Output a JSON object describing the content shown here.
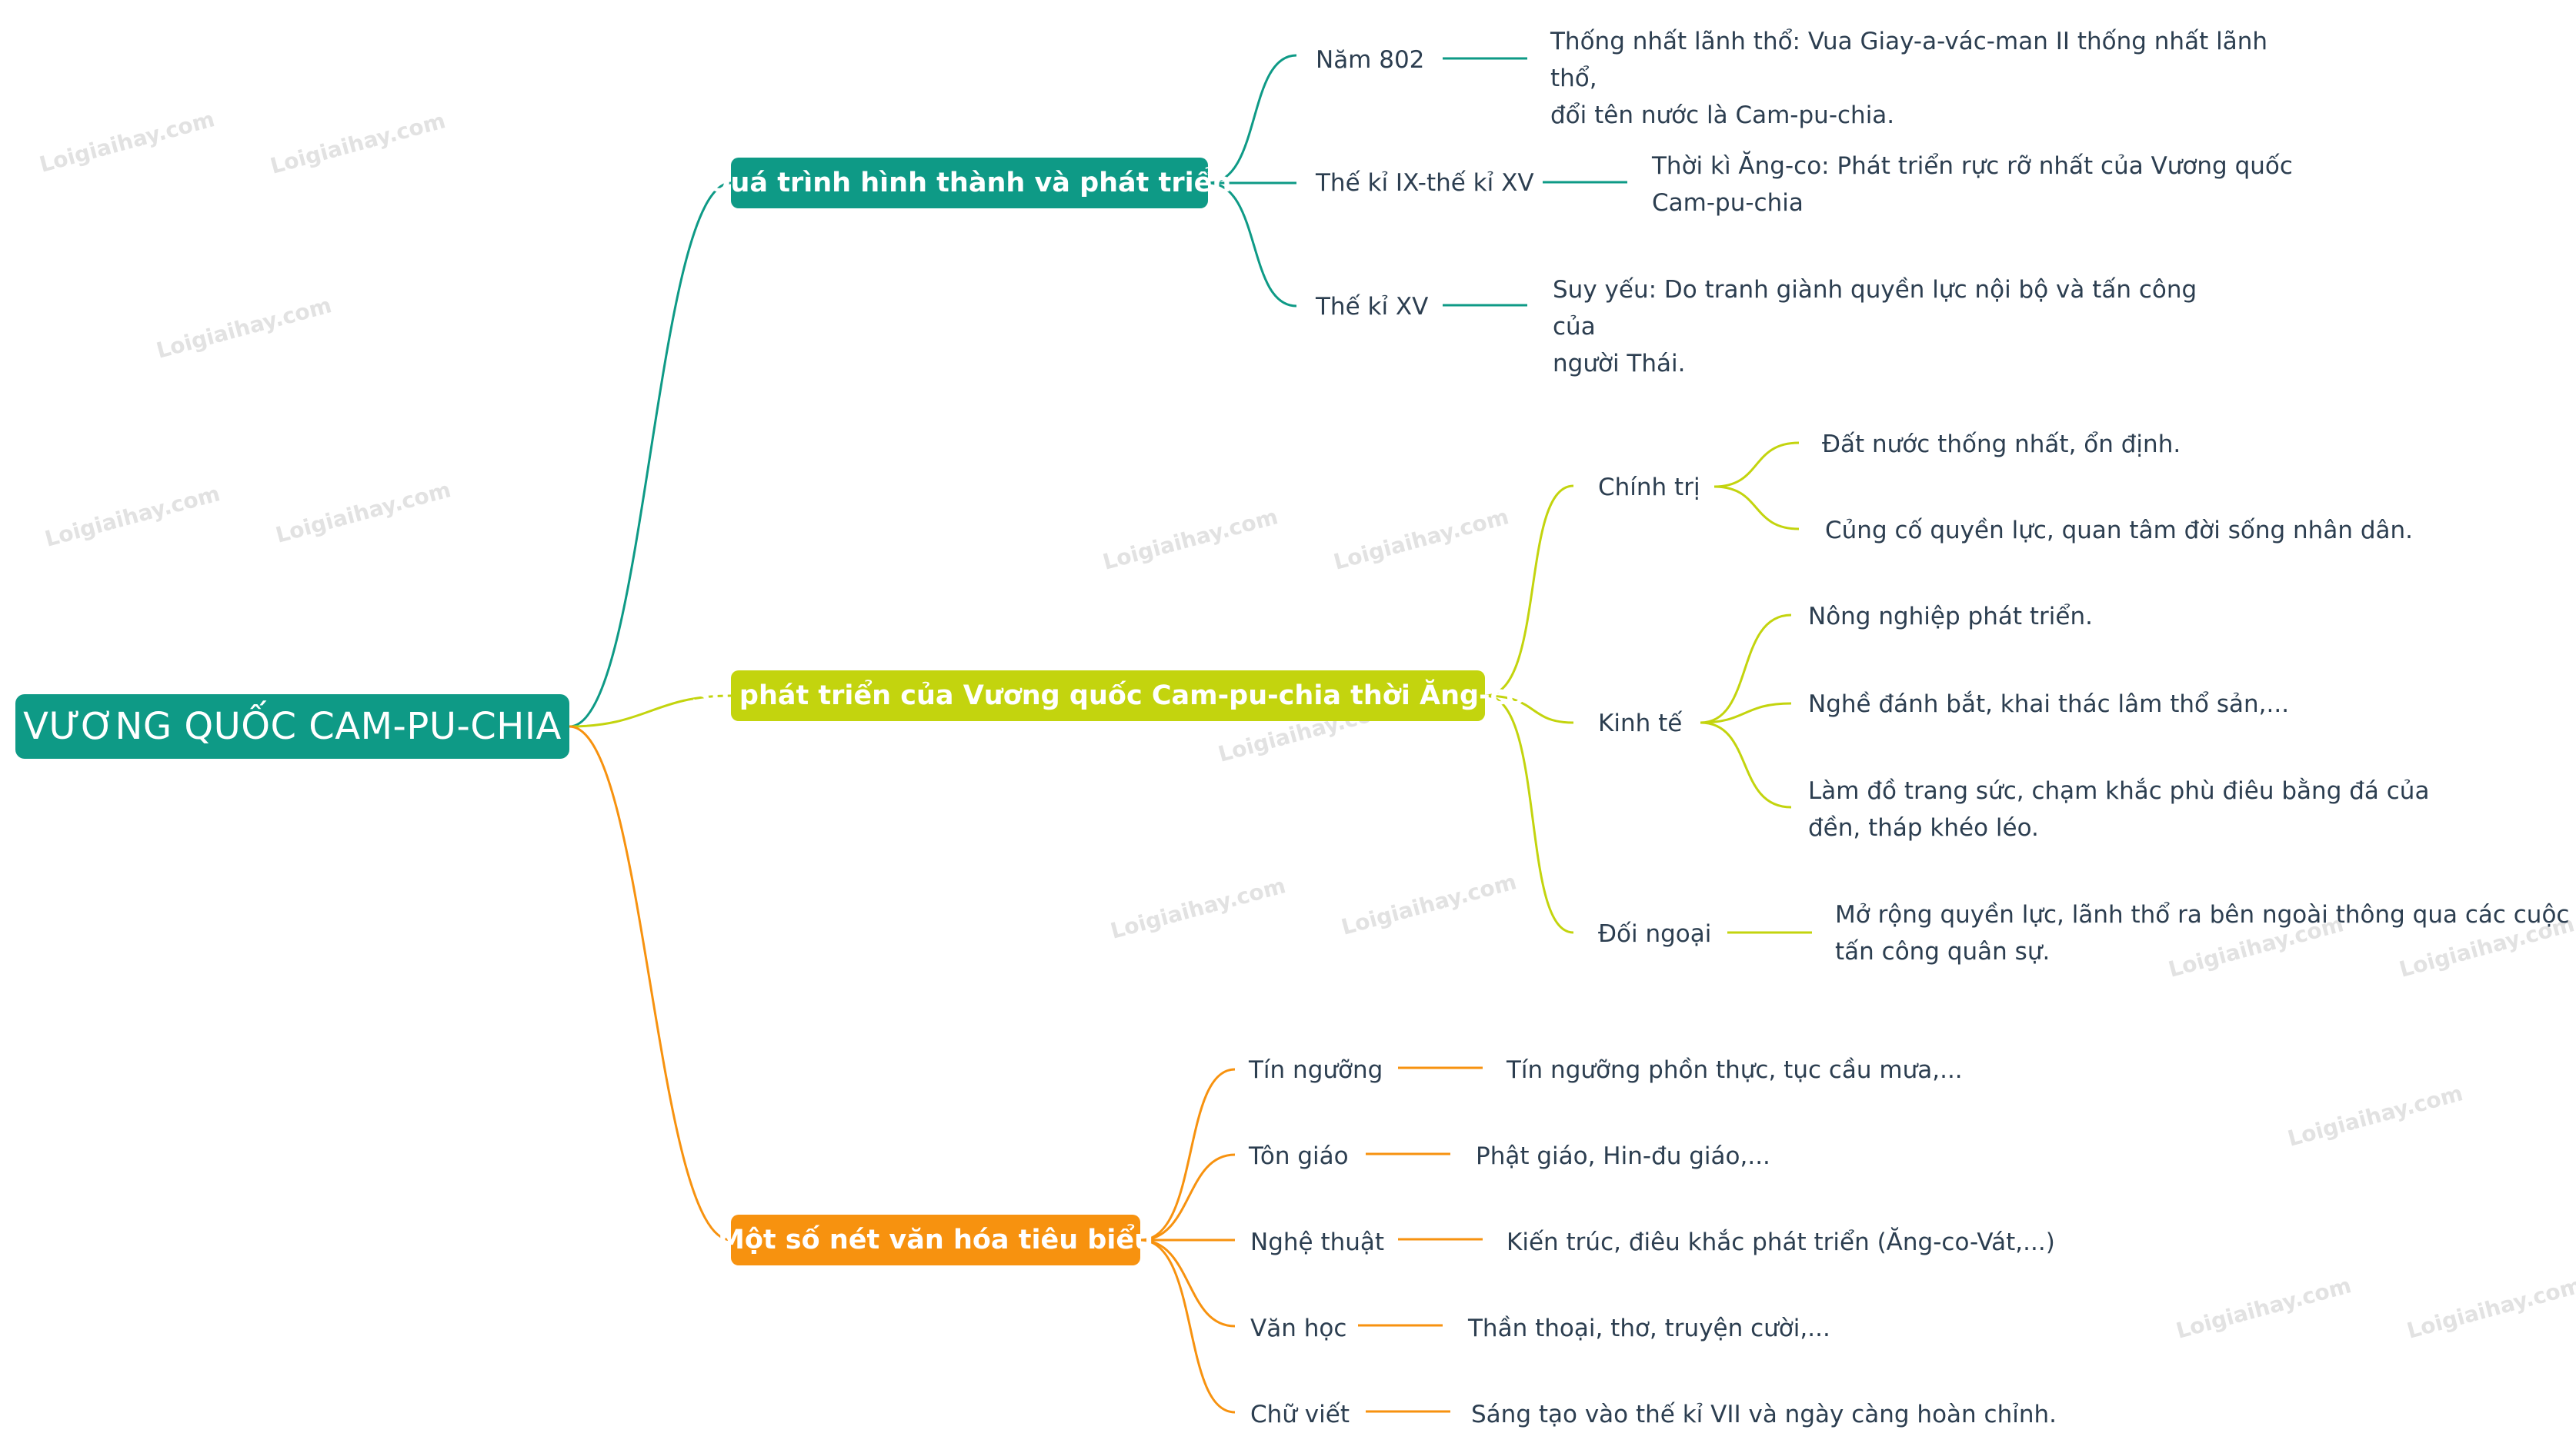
{
  "watermark": "Loigiaihay.com",
  "colors": {
    "teal": "#0e9a86",
    "lime": "#c3d40e",
    "orange": "#f7920f",
    "text": "#2c3e50"
  },
  "root": {
    "label": "VƯƠNG QUỐC CAM-PU-CHIA"
  },
  "branches": [
    {
      "label": "Quá trình hình thành và phát triển",
      "children": [
        {
          "label": "Năm 802",
          "details": [
            "Thống nhất lãnh thổ: Vua Giay-a-vác-man II thống nhất lãnh thổ,",
            "đổi tên nước là Cam-pu-chia."
          ]
        },
        {
          "label": "Thế kỉ IX-thế kỉ XV",
          "details": [
            "Thời kì Ăng-co: Phát triển rực rỡ nhất của Vương quốc",
            "Cam-pu-chia"
          ]
        },
        {
          "label": "Thế kỉ XV",
          "details": [
            "Suy yếu: Do tranh giành quyền lực nội bộ và tấn công của",
            "người Thái."
          ]
        }
      ]
    },
    {
      "label": "Sự phát triển của Vương quốc Cam-pu-chia thời Ăng-co",
      "children": [
        {
          "label": "Chính trị",
          "items": [
            "Đất nước thống nhất, ổn định.",
            "Củng cố quyền lực, quan tâm đời sống nhân dân."
          ]
        },
        {
          "label": "Kinh tế",
          "items": [
            "Nông nghiệp phát triển.",
            "Nghề đánh bắt, khai thác lâm thổ sản,...",
            "Làm đồ trang sức, chạm khắc phù điêu bằng đá của đền, tháp khéo léo."
          ]
        },
        {
          "label": "Đối ngoại",
          "items": [
            "Mở rộng quyền lực, lãnh thổ ra bên ngoài thông qua các cuộc tấn công quân sự."
          ]
        }
      ]
    },
    {
      "label": "Một số nét văn hóa tiêu biểu",
      "children": [
        {
          "label": "Tín ngưỡng",
          "detail": "Tín ngưỡng phồn thực, tục cầu mưa,..."
        },
        {
          "label": "Tôn giáo",
          "detail": "Phật giáo, Hin-đu giáo,..."
        },
        {
          "label": "Nghệ thuật",
          "detail": "Kiến trúc, điêu khắc phát triển (Ăng-co-Vát,...)"
        },
        {
          "label": "Văn học",
          "detail": "Thần thoại, thơ, truyện cười,..."
        },
        {
          "label": "Chữ viết",
          "detail": "Sáng tạo vào thế kỉ VII và ngày càng hoàn chỉnh."
        }
      ]
    }
  ]
}
